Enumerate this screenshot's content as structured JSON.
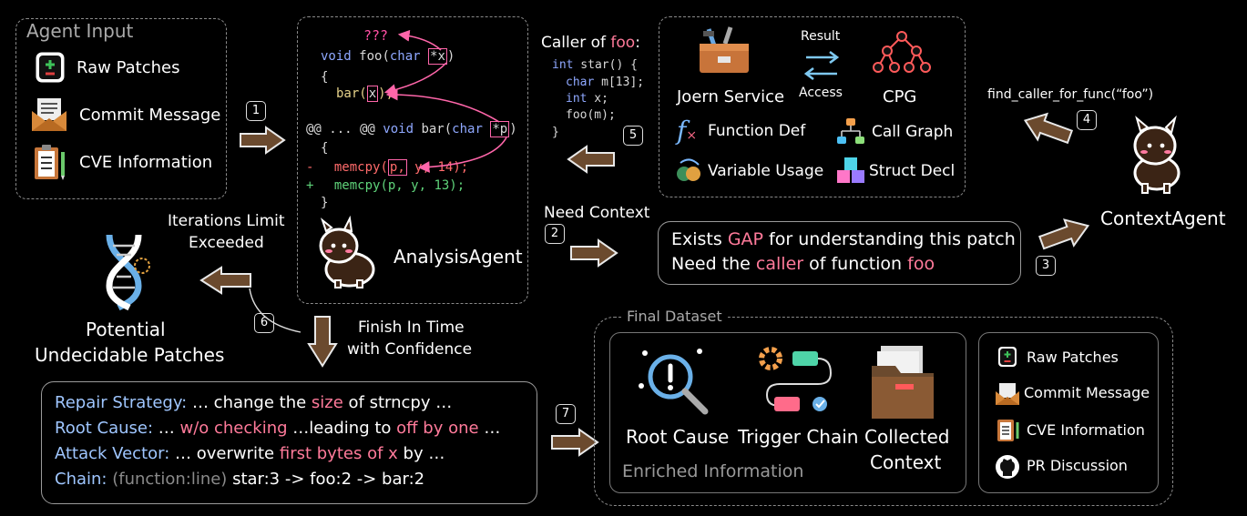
{
  "agent_input": {
    "title": "Agent Input",
    "items": [
      "Raw Patches",
      "Commit Message",
      "CVE Information"
    ]
  },
  "steps": [
    "1",
    "2",
    "3",
    "4",
    "5",
    "6",
    "7"
  ],
  "analysis": {
    "question": "???",
    "code_lines": {
      "l1_kw": "void",
      "l1_rest": "foo(",
      "l1_type": "char",
      "l1_param": "*x",
      "l1_end": ")",
      "l2": "{",
      "l3_call": "bar(",
      "l3_arg": "x",
      "l3_end": ");",
      "l4_hunk": "@@ ... @@",
      "l4_kw": "void",
      "l4_fn": "bar(",
      "l4_type": "char",
      "l4_param": "*p",
      "l4_end": ")",
      "l5": "{",
      "l6_minus": "-",
      "l6_call": "memcpy(",
      "l6_arg": "p,",
      "l6_rest": " y, 14);",
      "l7_plus": "+",
      "l7_code": "memcpy(p, y, 13);",
      "l8": "}"
    },
    "agent_name": "AnalysisAgent"
  },
  "caller": {
    "title_prefix": "Caller of ",
    "title_fn": "foo",
    "title_suffix": ":",
    "lines": [
      "int star() {",
      "char m[13];",
      "int x;",
      "foo(m);",
      "}"
    ],
    "l1_kw": "int",
    "l1_rest": " star() {",
    "l2_kw": "char",
    "l2_rest": " m[13];",
    "l3_kw": "int",
    "l3_rest": " x;"
  },
  "joern": {
    "service": "Joern Service",
    "result": "Result",
    "access": "Access",
    "cpg": "CPG",
    "features": [
      "Function Def",
      "Call Graph",
      "Variable Usage",
      "Struct Decl"
    ]
  },
  "context_agent": {
    "call": "find_caller_for_func(“foo”)",
    "name": "ContextAgent"
  },
  "need_context": "Need Context",
  "gap": {
    "l1_a": "Exists ",
    "l1_b": "GAP",
    "l1_c": " for understanding this patch",
    "l2_a": "Need the ",
    "l2_b": "caller",
    "l2_c": " of function ",
    "l2_d": "foo"
  },
  "iterations": {
    "l1": "Iterations Limit",
    "l2": "Exceeded"
  },
  "undecidable": {
    "l1": "Potential",
    "l2": "Undecidable Patches"
  },
  "finish": {
    "l1": "Finish In Time",
    "l2": "with Confidence"
  },
  "summary": {
    "r1_label": "Repair Strategy:",
    "r1_a": " …  change the ",
    "r1_b": "size",
    "r1_c": " of strncpy …",
    "r2_label": "Root Cause:",
    "r2_a": " …  ",
    "r2_b": "w/o checking",
    "r2_c": " …leading to ",
    "r2_d": "off by one",
    "r2_e": " …",
    "r3_label": "Attack Vector:",
    "r3_a": " …  overwrite ",
    "r3_b": "first bytes of x",
    "r3_c": " by …",
    "r4_label": "Chain:",
    "r4_a": " (function:line)",
    "r4_b": " star:3 -> foo:2 -> bar:2"
  },
  "final_dataset": {
    "title": "Final Dataset",
    "enriched": [
      "Root Cause",
      "Trigger Chain",
      "Collected",
      "Context"
    ],
    "enriched_label": "Enriched Information",
    "items": [
      "Raw Patches",
      "Commit Message",
      "CVE Information",
      "PR Discussion"
    ]
  },
  "colors": {
    "pink": "#ff7a9a",
    "blue": "#9fc6ff",
    "arrow": "#6b4a2e"
  }
}
